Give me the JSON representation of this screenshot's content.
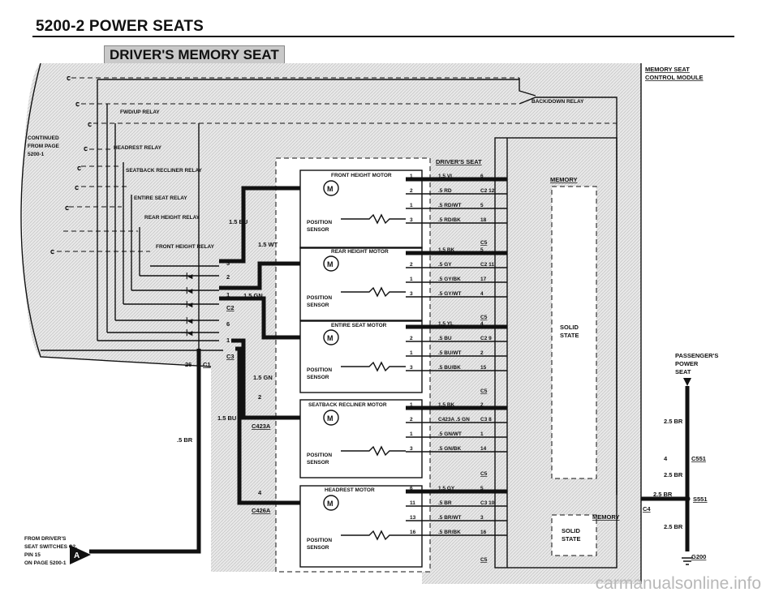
{
  "header": {
    "title": "5200-2   POWER SEATS",
    "section": "DRIVER'S MEMORY SEAT"
  },
  "left_note": {
    "line1": "CONTINUED",
    "line2": "FROM PAGE",
    "line3": "5200-1"
  },
  "relays": [
    "FWD/UP RELAY",
    "HEADREST RELAY",
    "SEATBACK RECLINER RELAY",
    "ENTIRE SEAT RELAY",
    "REAR HEIGHT RELAY",
    "FRONT HEIGHT RELAY"
  ],
  "back_down_relay": "BACK/DOWN RELAY",
  "module": {
    "line1": "MEMORY SEAT",
    "line2": "CONTROL MODULE"
  },
  "drivers_seat": "DRIVER'S SEAT",
  "memory": "MEMORY",
  "solid_state": {
    "line1": "SOLID",
    "line2": "STATE"
  },
  "motors": [
    {
      "name": "FRONT HEIGHT MOTOR",
      "sensor1": "POSITION",
      "sensor2": "SENSOR",
      "wires": [
        {
          "pin": "1",
          "label": "1.5 VI",
          "cpin": "6"
        },
        {
          "pin": "2",
          "label": ".5 RD",
          "cpin": "C2 12"
        },
        {
          "pin": "1",
          "label": ".5 RD/WT",
          "cpin": "5"
        },
        {
          "pin": "3",
          "label": ".5 RD/BK",
          "cpin": "18"
        }
      ]
    },
    {
      "name": "REAR HEIGHT MOTOR",
      "sensor1": "POSITION",
      "sensor2": "SENSOR",
      "wires": [
        {
          "pin": "",
          "label": "1.5 BK",
          "cpin": "5"
        },
        {
          "pin": "2",
          "label": ".5 GY",
          "cpin": "C2 11"
        },
        {
          "pin": "1",
          "label": ".5 GY/BK",
          "cpin": "17"
        },
        {
          "pin": "3",
          "label": ".5 GY/WT",
          "cpin": "4"
        }
      ]
    },
    {
      "name": "ENTIRE SEAT MOTOR",
      "sensor1": "POSITION",
      "sensor2": "SENSOR",
      "wires": [
        {
          "pin": "",
          "label": "1.5 YL",
          "cpin": "4"
        },
        {
          "pin": "2",
          "label": ".5 BU",
          "cpin": "C2 9"
        },
        {
          "pin": "1",
          "label": ".5 BU/WT",
          "cpin": "2"
        },
        {
          "pin": "3",
          "label": ".5 BU/BK",
          "cpin": "15"
        }
      ]
    },
    {
      "name": "SEATBACK RECLINER MOTOR",
      "sensor1": "POSITION",
      "sensor2": "SENSOR",
      "wires": [
        {
          "pin": "1",
          "label": "1.5 BK",
          "cpin": "2"
        },
        {
          "pin": "2",
          "label": "C423A .5 GN",
          "cpin": "C3 8"
        },
        {
          "pin": "1",
          "label": ".5 GN/WT",
          "cpin": "1"
        },
        {
          "pin": "3",
          "label": ".5 GN/BK",
          "cpin": "14"
        }
      ]
    },
    {
      "name": "HEADREST MOTOR",
      "sensor1": "POSITION",
      "sensor2": "SENSOR",
      "wires": [
        {
          "pin": "6",
          "label": "1.5 GY",
          "cpin": "5"
        },
        {
          "pin": "11",
          "label": ".5 BR",
          "cpin": "C3 10"
        },
        {
          "pin": "13",
          "label": ".5 BR/WT",
          "cpin": "3"
        },
        {
          "pin": "16",
          "label": ".5 BR/BK",
          "cpin": "16"
        }
      ]
    }
  ],
  "connector_labels": {
    "c5": "C5",
    "c2": "C2",
    "c3": "C3",
    "c1": "C1",
    "c4": "C4",
    "c423a": "C423A",
    "c426a": "C426A",
    "pin26": "26",
    "pin2": "2",
    "pin4": "4",
    "pin3": "3",
    "pin1": "1",
    "pin6": "6"
  },
  "wire_labels": {
    "w1": "1.5 BU",
    "w2": "1.5 WT",
    "w3": "1.5 GN",
    "w4": "1.5 GN",
    "w5": "1.5 BU",
    "w6": ".5 BR",
    "w7": "2.5 BR",
    "w8": "2.5 BR",
    "w9": "2.5 BR",
    "w10": "2.5 BR"
  },
  "passenger": {
    "line1": "PASSENGER'S",
    "line2": "POWER",
    "line3": "SEAT"
  },
  "grounds": {
    "c551": "C551",
    "s551": "S551",
    "g200": "G200",
    "pin4": "4"
  },
  "from_note": {
    "line1": "FROM DRIVER'S",
    "line2": "SEAT SWITCHES C2,",
    "line3": "PIN 15",
    "line4": "ON PAGE 5200-1",
    "badge": "A"
  },
  "watermark": "carmanualsonline.info"
}
